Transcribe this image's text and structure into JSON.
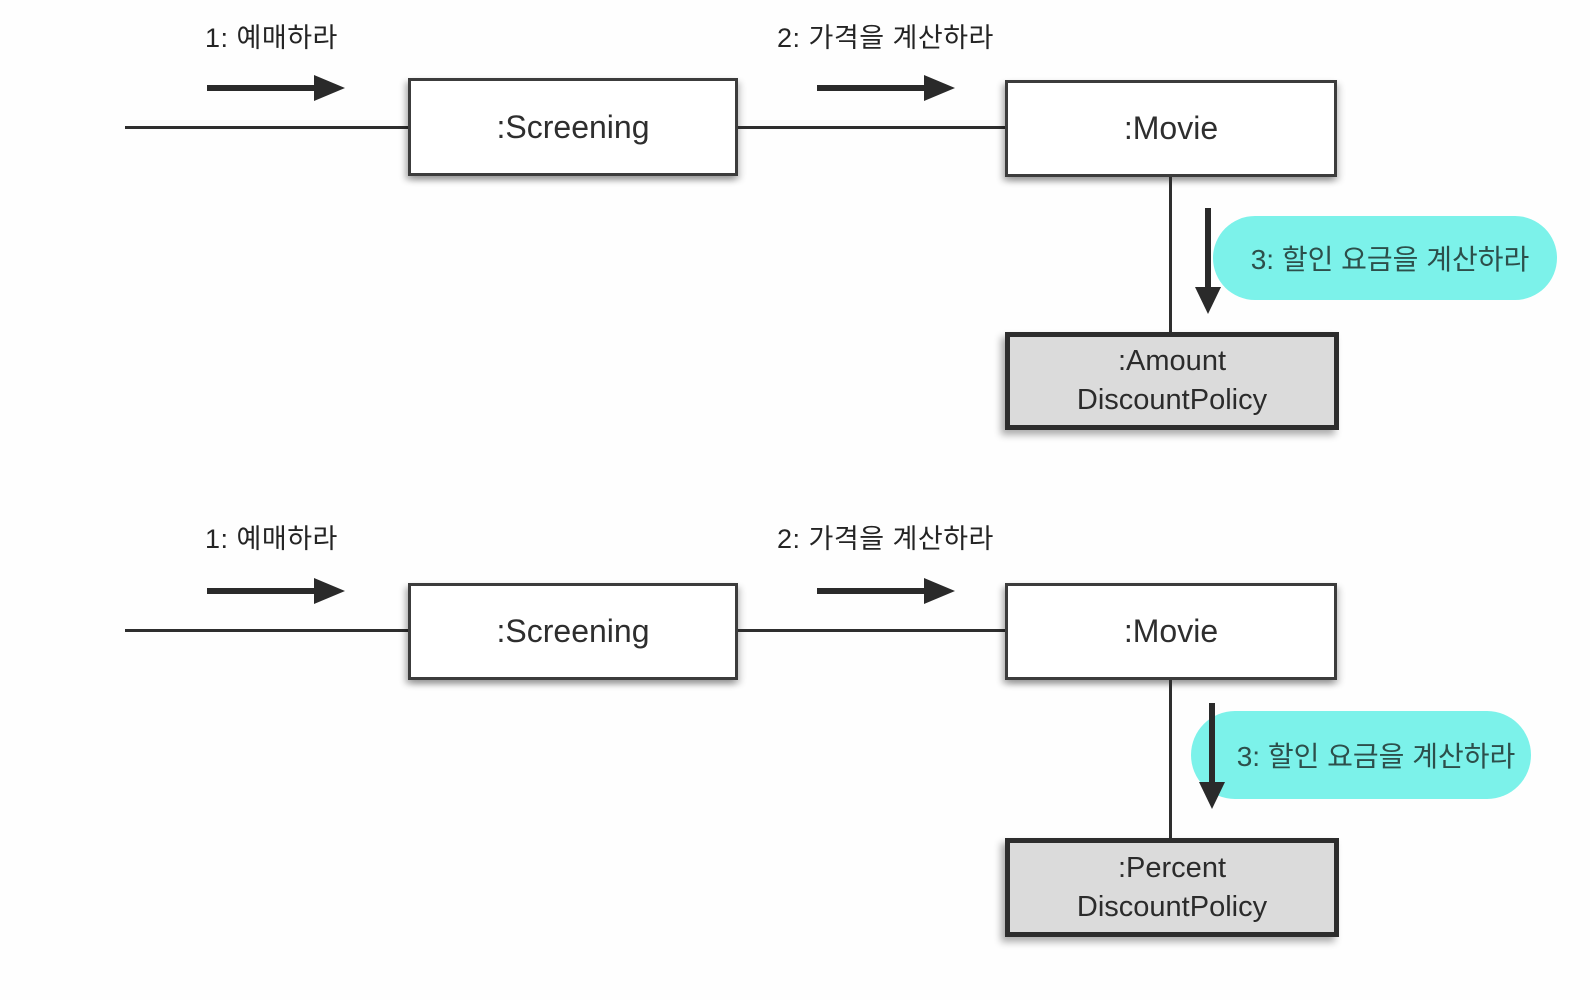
{
  "colors": {
    "background": "#fefefe",
    "line": "#2e2e2e",
    "object_box_fill": "#ffffff",
    "object_box_border": "#3c3c3c",
    "policy_box_fill": "#dbdbdb",
    "policy_box_border": "#2d2d2d",
    "highlight_fill": "#7cf2ea",
    "highlight_text": "#2d4f4b",
    "text": "#2b2b2b"
  },
  "diagrams": [
    {
      "message1_label": "1: 예매하라",
      "message2_label": "2: 가격을 계산하라",
      "message3_label": "3: 할인 요금을 계산하라",
      "screening_label": ":Screening",
      "movie_label": ":Movie",
      "policy_line1": ":Amount",
      "policy_line2": "DiscountPolicy"
    },
    {
      "message1_label": "1: 예매하라",
      "message2_label": "2: 가격을 계산하라",
      "message3_label": "3: 할인 요금을 계산하라",
      "screening_label": ":Screening",
      "movie_label": ":Movie",
      "policy_line1": ":Percent",
      "policy_line2": "DiscountPolicy"
    }
  ]
}
